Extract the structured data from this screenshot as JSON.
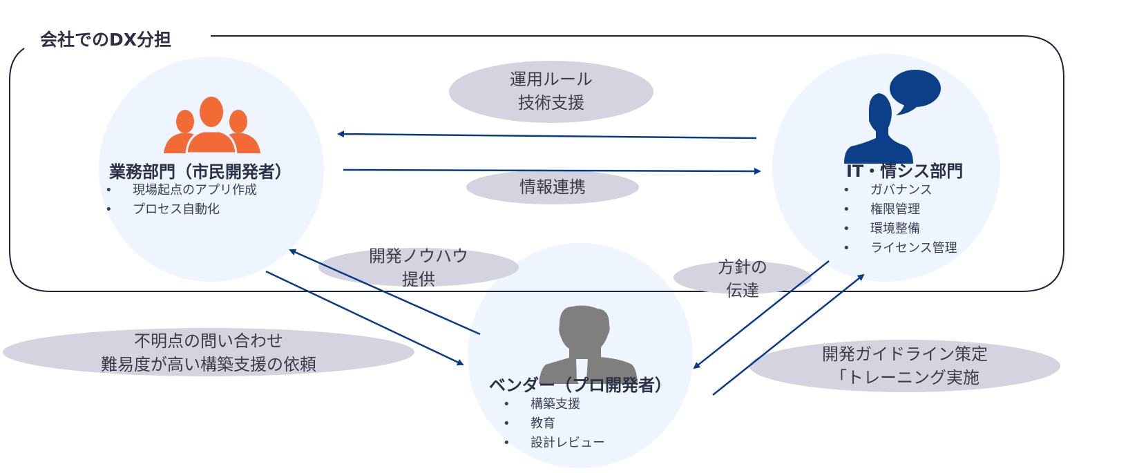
{
  "title": "会社でのDX分担",
  "colors": {
    "frame": "#1a2340",
    "circle": "#eef5ff",
    "bubble": "#d4d4e0",
    "arrow": "#0a3a8a",
    "business_icon": "#f26a35",
    "it_icon": "#0b3f87",
    "vendor_icon": "#7f7f7f"
  },
  "actors": {
    "business": {
      "name": "業務部門（市民開発者）",
      "icon": "group-people-icon",
      "items": [
        "現場起点のアプリ作成",
        "プロセス自動化"
      ]
    },
    "it": {
      "name": "IT・情シス部門",
      "icon": "person-speech-bubble-icon",
      "items": [
        "ガバナンス",
        "権限管理",
        "環境整備",
        "ライセンス管理"
      ]
    },
    "vendor": {
      "name": "ベンダー（プロ開発者）",
      "icon": "business-person-icon",
      "items": [
        "構築支援",
        "教育",
        "設計レビュー"
      ]
    }
  },
  "flows": {
    "it_to_business": [
      "運用ルール",
      "技術支援"
    ],
    "business_to_it": [
      "情報連携"
    ],
    "vendor_to_business": [
      "開発ノウハウ",
      "提供"
    ],
    "it_to_vendor": [
      "方針の",
      "伝達"
    ],
    "business_to_vendor": [
      "不明点の問い合わせ",
      "難易度が高い構築支援の依頼"
    ],
    "vendor_to_it": [
      "開発ガイドライン策定",
      "「トレーニング実施"
    ]
  }
}
